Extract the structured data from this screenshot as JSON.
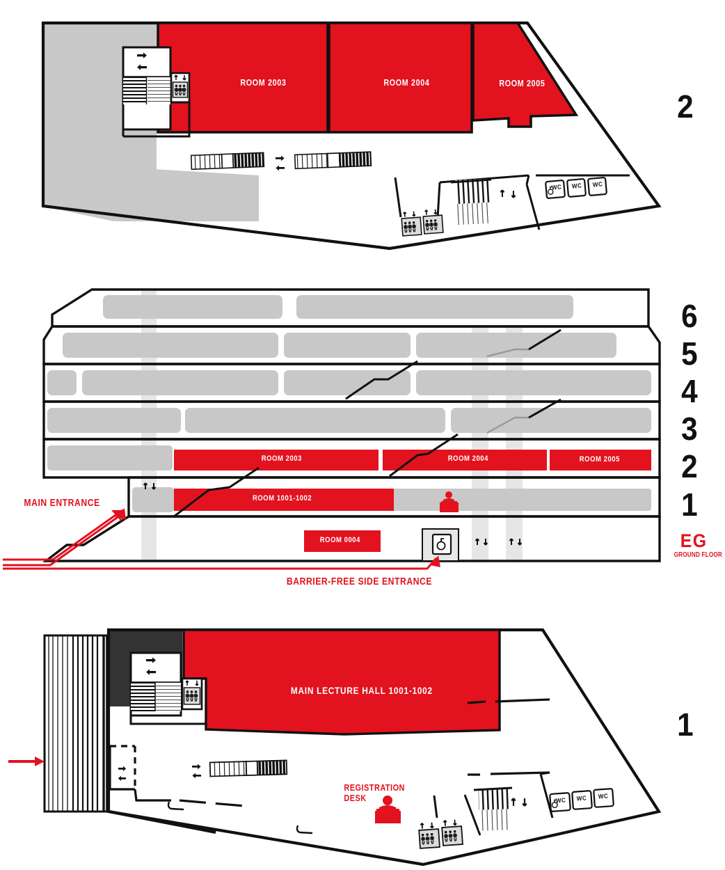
{
  "map": {
    "title": "Venue floor plan",
    "colors": {
      "red": "#E3121F",
      "grey_fill": "#C8C8C8",
      "light_grey": "#E0E0E0",
      "dark": "#333333",
      "outline": "#111111",
      "white": "#FFFFFF"
    }
  },
  "floor2_plan": {
    "floor_number": "2",
    "rooms": [
      {
        "label": "ROOM 2003"
      },
      {
        "label": "ROOM 2004"
      },
      {
        "label": "ROOM 2005"
      }
    ],
    "icons": {
      "elevator": "elevator-icon",
      "escalator": "escalator-icon",
      "stairs": "stairs-icon",
      "wc": "WC",
      "wc_accessible": "WC",
      "arrow_right": "→",
      "arrow_left": "←",
      "arrow_up": "↑",
      "arrow_down": "↓"
    },
    "wc_labels": [
      "WC",
      "WC",
      "WC"
    ]
  },
  "section": {
    "floor_numbers": [
      "6",
      "5",
      "4",
      "3",
      "2",
      "1"
    ],
    "ground_floor": {
      "code": "EG",
      "caption": "GROUND FLOOR"
    },
    "rooms_level2": [
      {
        "label": "ROOM 2003"
      },
      {
        "label": "ROOM 2004"
      },
      {
        "label": "ROOM 2005"
      }
    ],
    "rooms_level1": [
      {
        "label": "ROOM 1001-1002"
      }
    ],
    "rooms_ground": [
      {
        "label": "ROOM 0004"
      }
    ],
    "annotations": [
      {
        "label": "MAIN ENTRANCE"
      },
      {
        "label": "BARRIER-FREE SIDE ENTRANCE"
      }
    ],
    "icons": {
      "registration_desk": "registration-desk-icon",
      "accessible": "wheelchair-icon",
      "elevator": "elevator-icon"
    }
  },
  "floor1_plan": {
    "floor_number": "1",
    "rooms": [
      {
        "label": "MAIN LECTURE HALL 1001-1002"
      }
    ],
    "annotations": [
      {
        "label": "REGISTRATION\nDESK"
      }
    ],
    "wc_labels": [
      "WC",
      "WC",
      "WC"
    ],
    "icons": {
      "entrance_arrow": "entrance-arrow-icon",
      "elevator": "elevator-icon",
      "escalator": "escalator-icon",
      "stairs": "stairs-icon",
      "registration_desk": "registration-desk-icon"
    }
  }
}
